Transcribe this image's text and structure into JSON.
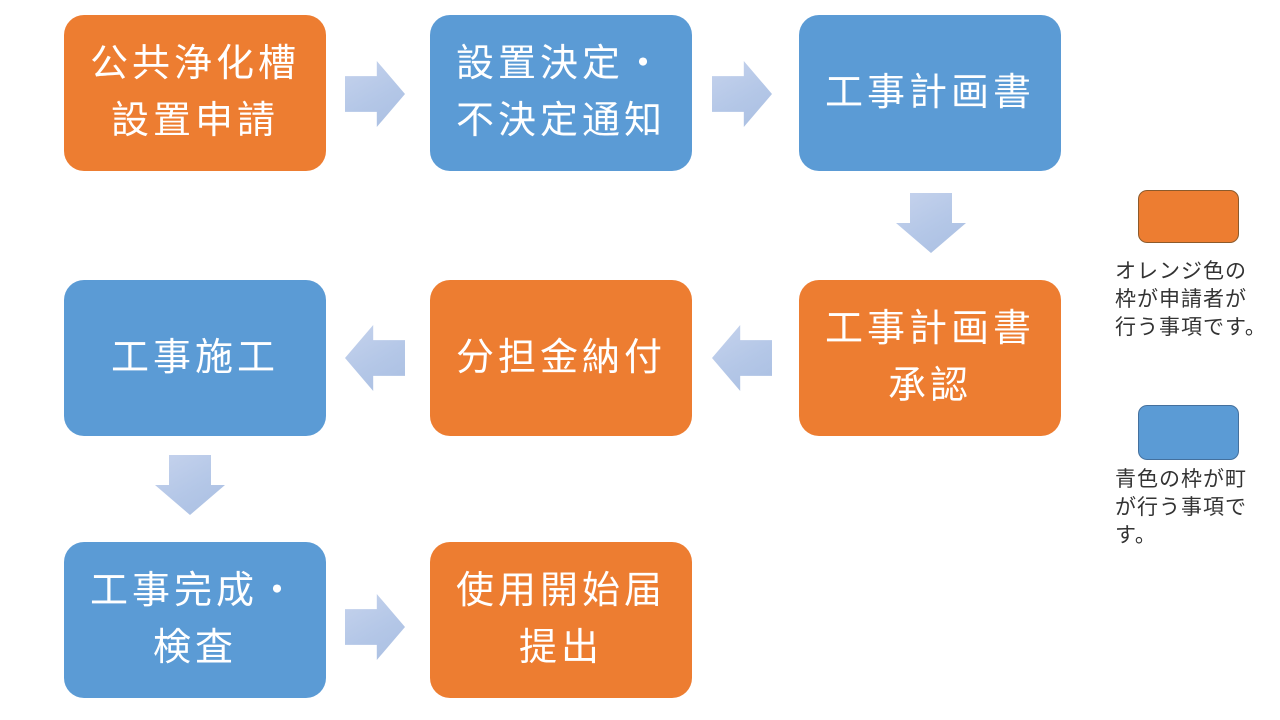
{
  "flow": {
    "nodes": [
      {
        "label": "公共浄化槽\n設置申請",
        "actor": "applicant"
      },
      {
        "label": "設置決定・\n不決定通知",
        "actor": "town"
      },
      {
        "label": "工事計画書",
        "actor": "town"
      },
      {
        "label": "工事計画書\n承認",
        "actor": "applicant"
      },
      {
        "label": "分担金納付",
        "actor": "applicant"
      },
      {
        "label": "工事施工",
        "actor": "town"
      },
      {
        "label": "工事完成・\n検査",
        "actor": "town"
      },
      {
        "label": "使用開始届\n提出",
        "actor": "applicant"
      }
    ]
  },
  "legend": {
    "applicant_caption": "オレンジ色の\n枠が申請者が\n行う事項です。",
    "town_caption": "青色の枠が町\nが行う事項で\nす。"
  },
  "colors": {
    "applicant_fill": "#ED7D31",
    "town_fill": "#5B9BD5",
    "arrow_fill": "#B4C7E7",
    "node_text": "#FFFFFF",
    "legend_text": "#333333"
  }
}
